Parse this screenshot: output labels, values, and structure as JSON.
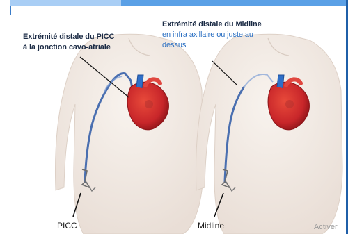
{
  "left": {
    "label_line1": "Extrémité distale du PICC",
    "label_line2": "à la jonction cavo-atriale",
    "device_label": "PICC"
  },
  "right": {
    "label_line1": "Extrémité distale du Midline",
    "label_line2": "en infra axillaire ou juste au",
    "label_line3": "dessus",
    "device_label": "Midline"
  },
  "watermark": "Activer",
  "colors": {
    "accent": "#5aa0e6",
    "catheter": "#4a6fb0",
    "heart": "#c8262a",
    "skin": "#f3ece6"
  }
}
